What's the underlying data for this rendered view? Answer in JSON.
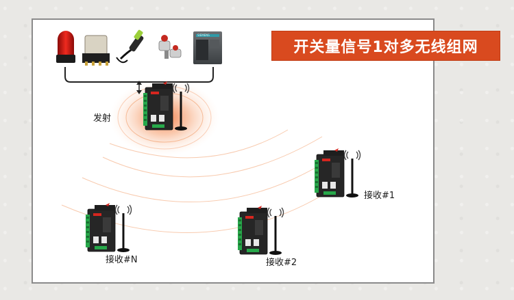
{
  "title": "开关量信号1对多无线组网",
  "labels": {
    "transmitter": "发射",
    "receiver_1": "接收#1",
    "receiver_2": "接收#2",
    "receiver_n": "接收#N"
  },
  "colors": {
    "banner": "#d94a1f",
    "device_body": "#2b2b2b",
    "terminal_green": "#27a84a",
    "accent_red": "#d6261f",
    "wave_orange": "#f08a4b"
  },
  "input_devices": [
    "alarm-light-icon",
    "relay-icon",
    "proximity-switch-icon",
    "push-button-icon",
    "plc-module-icon"
  ]
}
